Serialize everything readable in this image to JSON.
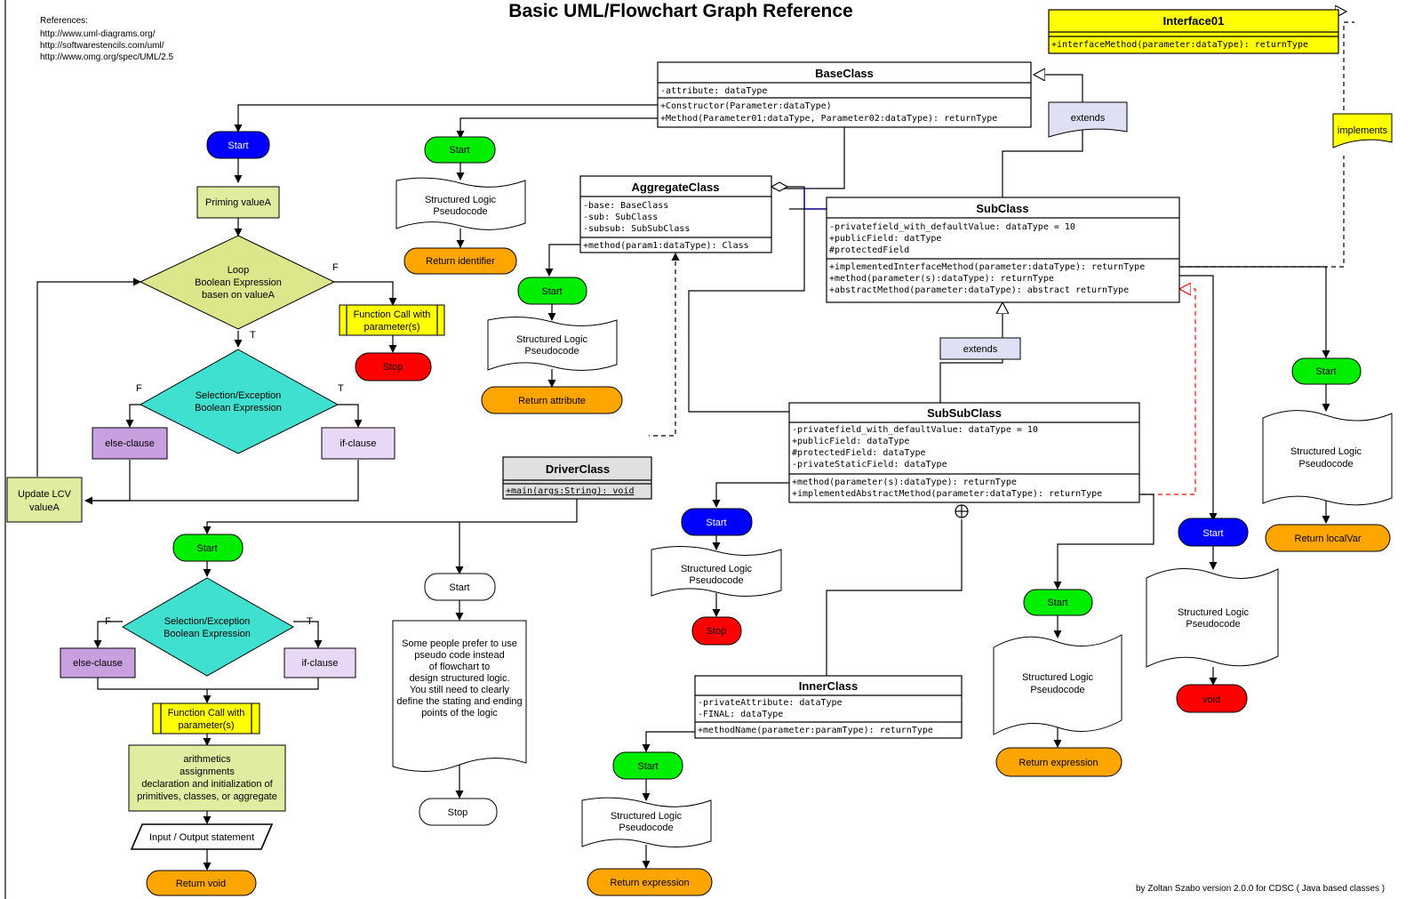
{
  "title": "Basic UML/Flowchart Graph Reference",
  "references": [
    "References:",
    "http://www.uml-diagrams.org/",
    "http://softwarestencils.com/uml/",
    "http://www.omg.org/spec/UML/2.5"
  ],
  "credit": "by Zoltan Szabo version 2.0.0 for CDSC ( Java based classes )",
  "colors": {
    "start_blue": "#0000ff",
    "start_green": "#00ee00",
    "stop_red": "#ff0000",
    "return_orange": "#ffa500",
    "decision_yellow": "#dde68a",
    "decision_cyan": "#40e0d0",
    "process_olive": "#e0eca0",
    "clause_purple": "#c8a0e0",
    "function_yellow": "#ffff00",
    "interface_yellow": "#ffff00",
    "note_lavender": "#e0e0f5",
    "driver_gray": "#e0e0e0"
  },
  "classes": {
    "interface01": {
      "name": "Interface01",
      "methods": [
        "+interfaceMethod(parameter:dataType): returnType"
      ]
    },
    "base": {
      "name": "BaseClass",
      "attributes": [
        "-attribute: dataType"
      ],
      "methods": [
        "+Constructor(Parameter:dataType)",
        "+Method(Parameter01:dataType, Parameter02:dataType): returnType"
      ]
    },
    "aggregate": {
      "name": "AggregateClass",
      "attributes": [
        "-base: BaseClass",
        "-sub: SubClass",
        "-subsub: SubSubClass"
      ],
      "methods": [
        "+method(param1:dataType): Class"
      ]
    },
    "sub": {
      "name": "SubClass",
      "attributes": [
        "-privatefield_with_defaultValue: dataType = 10",
        "+publicField: datType",
        "#protectedField"
      ],
      "methods": [
        "+implementedInterfaceMethod(parameter:dataType): returnType",
        "+method(parameter(s):dataType): returnType",
        "+abstractMethod(parameter:dataType): abstract returnType"
      ]
    },
    "subsub": {
      "name": "SubSubClass",
      "attributes": [
        "-privatefield_with_defaultValue: dataType = 10",
        "+publicField: dataType",
        "#protectedField: dataType",
        "-privateStaticField: dataType"
      ],
      "methods": [
        "+method(parameter(s):dataType): returnType",
        "+implementedAbstractMethod(parameter:dataType): returnType"
      ]
    },
    "driver": {
      "name": "DriverClass",
      "methods": [
        "+main(args:String): void"
      ]
    },
    "inner": {
      "name": "InnerClass",
      "attributes": [
        "-privateAttribute: dataType",
        "-FINAL: dataType"
      ],
      "methods": [
        "+methodName(parameter:paramType): returnType"
      ]
    }
  },
  "notes": {
    "implements": "implements",
    "extends_1": "extends",
    "extends_2": "extends"
  },
  "flow": {
    "start": "Start",
    "stop": "Stop",
    "void": "void",
    "structured": [
      "Structured Logic",
      "Pseudocode"
    ],
    "priming": "Priming valueA",
    "loop": [
      "Loop",
      "Boolean Expression",
      "basen on valueA"
    ],
    "selection": [
      "Selection/Exception",
      "Boolean Expression"
    ],
    "function_call": [
      "Function Call with",
      "parameter(s)"
    ],
    "else_clause": "else-clause",
    "if_clause": "if-clause",
    "update_lcv": [
      "Update LCV",
      "valueA"
    ],
    "true": "T",
    "false": "F",
    "arith": [
      "arithmetics",
      "assignments",
      "declaration and initialization of",
      "primitives, classes, or aggregate"
    ],
    "io": "Input / Output statement",
    "return_void": "Return void",
    "return_identifier": "Return identifier",
    "return_attribute": "Return attribute",
    "return_expression": "Return expression",
    "return_localvar": "Return localVar",
    "pseudo_note": [
      "Some people prefer to use",
      "pseudo code instead",
      "of flowchart to",
      "design structured logic.",
      "You still need to clearly",
      "define the stating and ending",
      "points of the logic"
    ]
  }
}
